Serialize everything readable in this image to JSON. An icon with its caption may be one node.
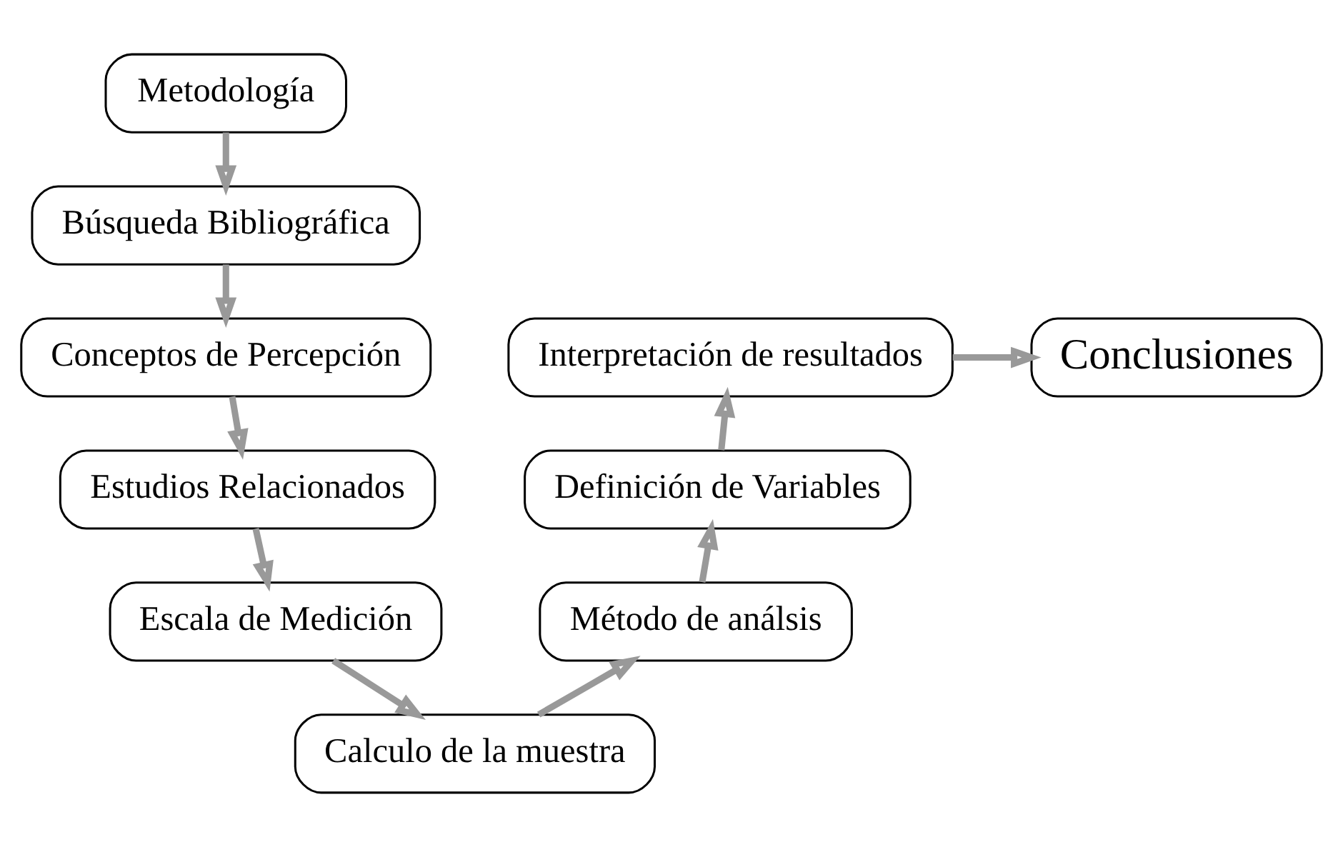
{
  "diagram": {
    "nodes": [
      {
        "text": [
          "Metodología"
        ]
      },
      {
        "text": [
          "Búsqueda Bibliográfica"
        ]
      },
      {
        "text": [
          "Conceptos de Percepción"
        ]
      },
      {
        "text": [
          "Estudios Relacionados"
        ]
      },
      {
        "text": [
          "Escala de Medición"
        ]
      },
      {
        "text": [
          "Calculo de la muestra"
        ]
      },
      {
        "text": [
          "Método de análsis"
        ]
      },
      {
        "text": [
          "Definición de Variables"
        ]
      },
      {
        "text": [
          "Interpretación de resultados"
        ]
      },
      {
        "text": [
          "Conclusiones"
        ]
      }
    ],
    "edges": [
      {
        "from": 0,
        "to": 1,
        "arrow": "to"
      },
      {
        "from": 1,
        "to": 2,
        "arrow": "to"
      },
      {
        "from": 2,
        "to": 3,
        "arrow": "to"
      },
      {
        "from": 3,
        "to": 4,
        "arrow": "to"
      },
      {
        "from": 4,
        "to": 5,
        "arrow": "to"
      },
      {
        "from": 5,
        "to": 6,
        "arrow": "to"
      },
      {
        "from": 6,
        "to": 7,
        "arrow": "to"
      },
      {
        "from": 7,
        "to": 8,
        "arrow": "to"
      },
      {
        "from": 8,
        "to": 9,
        "arrow": "to"
      }
    ]
  }
}
